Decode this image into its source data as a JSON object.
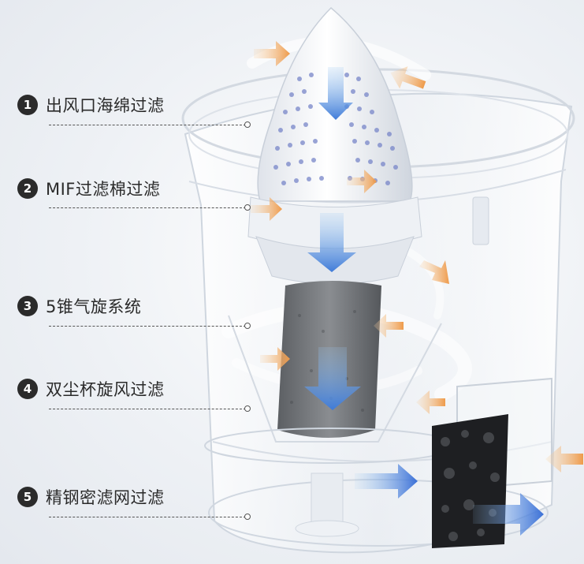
{
  "callouts": [
    {
      "num": "1",
      "text": "出风口海绵过滤"
    },
    {
      "num": "2",
      "text": "MIF过滤棉过滤"
    },
    {
      "num": "3",
      "text": "5锥气旋系统"
    },
    {
      "num": "4",
      "text": "双尘杯旋风过滤"
    },
    {
      "num": "5",
      "text": "精钢密滤网过滤"
    }
  ],
  "colors": {
    "badge": "#2b2b2b",
    "airflow_in": "#f0a35a",
    "airflow_out": "#4a7fd8",
    "cyclone_arrow": "#5ab0e8"
  }
}
